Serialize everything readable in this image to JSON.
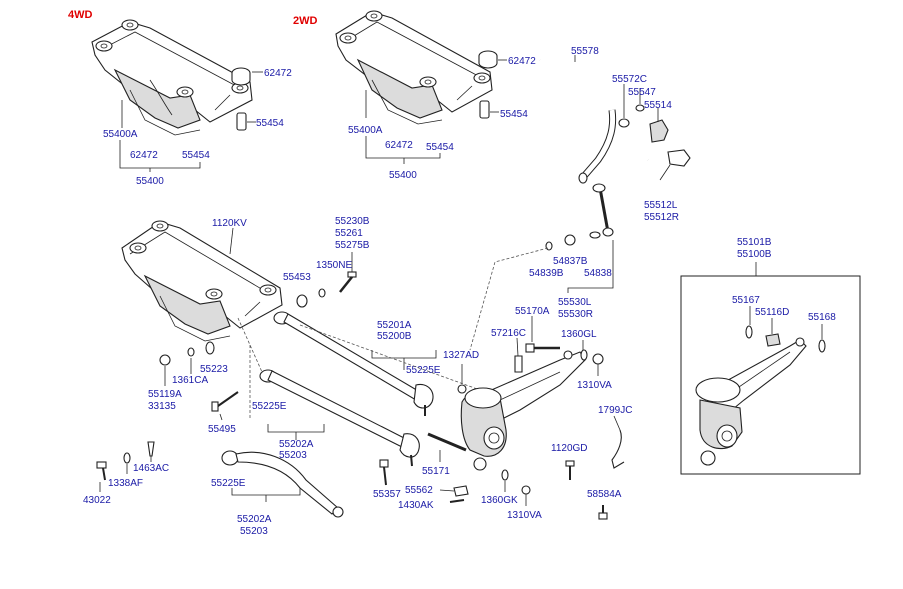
{
  "colors": {
    "label": "#1a1aa6",
    "tag": "#e00000",
    "line": "#222222"
  },
  "tags": {
    "fwd4": "4WD",
    "fwd2": "2WD"
  },
  "labels": {
    "l62472_a": "62472",
    "l55454_a": "55454",
    "l55400a_a": "55400A",
    "l62472_b": "62472",
    "l55454_b": "55454",
    "l55400_a": "55400",
    "l62472_c": "62472",
    "l55454_c": "55454",
    "l55400a_b": "55400A",
    "l62472_d": "62472",
    "l55454_d": "55454",
    "l55400_b": "55400",
    "l55578": "55578",
    "l55572c": "55572C",
    "l55547": "55547",
    "l55514": "55514",
    "l55512l": "55512L",
    "l55512r": "55512R",
    "l1120kv": "1120KV",
    "l55230b": "55230B",
    "l55261": "55261",
    "l55275b": "55275B",
    "l1350ne": "1350NE",
    "l55453": "55453",
    "l54837b": "54837B",
    "l54839b": "54839B",
    "l54838": "54838",
    "l55530l": "55530L",
    "l55530r": "55530R",
    "l55101b": "55101B",
    "l55100b": "55100B",
    "l55167": "55167",
    "l55116d": "55116D",
    "l55168": "55168",
    "l55170a": "55170A",
    "l57216c": "57216C",
    "l1360gl": "1360GL",
    "l1327ad": "1327AD",
    "l1310va_a": "1310VA",
    "l55201a": "55201A",
    "l55200b": "55200B",
    "l55225e_a": "55225E",
    "l55223": "55223",
    "l1361ca": "1361CA",
    "l55119a": "55119A",
    "l33135": "33135",
    "l55225e_b": "55225E",
    "l55495": "55495",
    "l55202a_a": "55202A",
    "l55203_a": "55203",
    "l1463ac": "1463AC",
    "l1338af": "1338AF",
    "l43022": "43022",
    "l55225e_c": "55225E",
    "l55202a_b": "55202A",
    "l55203_b": "55203",
    "l55171": "55171",
    "l55357": "55357",
    "l55562": "55562",
    "l1430ak": "1430AK",
    "l1360gk": "1360GK",
    "l1310va_b": "1310VA",
    "l1120gd": "1120GD",
    "l1799jc": "1799JC",
    "l58584a": "58584A"
  }
}
